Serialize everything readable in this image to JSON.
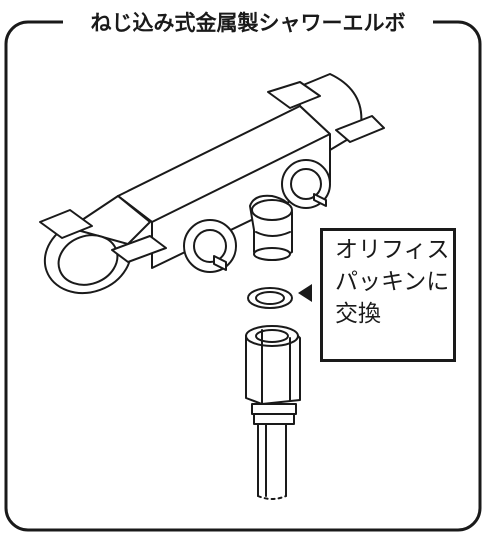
{
  "title": "ねじ込み式金属製シャワーエルボ",
  "note": {
    "lines": [
      "オリフィス",
      "パッキンに",
      "交換"
    ]
  },
  "colors": {
    "line": "#1a1a1a",
    "background": "#ffffff"
  },
  "icons": {
    "arrow": "triangle-left-icon",
    "orifice_packing": "orifice-packing-icon"
  }
}
